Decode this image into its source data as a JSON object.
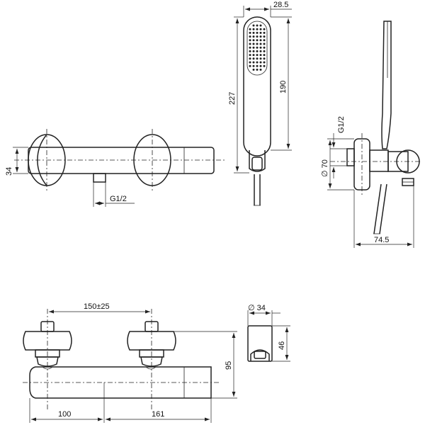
{
  "dimensions": {
    "front_height": "34",
    "front_thread": "G1/2",
    "hand_width": "28.5",
    "hand_total_length": "227",
    "hand_head_length": "190",
    "side_thread": "G1/2",
    "side_diameter": "∅ 70",
    "side_depth": "74.5",
    "top_centers": "150±25",
    "top_height": "95",
    "top_left": "100",
    "top_right": "161",
    "holder_diameter": "∅ 34",
    "holder_height": "46"
  }
}
